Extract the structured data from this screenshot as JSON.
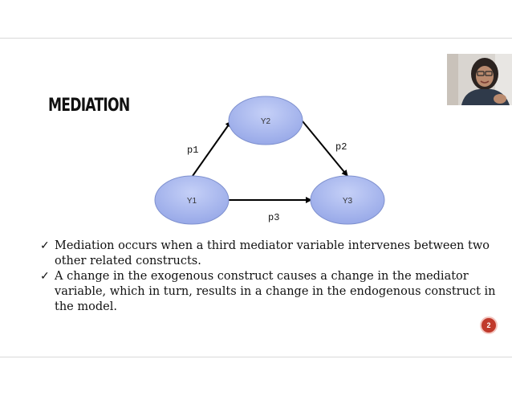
{
  "slide": {
    "title": "MEDIATION",
    "page_number": "2"
  },
  "diagram": {
    "nodes": {
      "y1": "Y1",
      "y2": "Y2",
      "y3": "Y3"
    },
    "paths": {
      "p1": "p1",
      "p2": "p2",
      "p3": "p3"
    }
  },
  "bullets": [
    {
      "icon": "checkmark-icon",
      "text": "Mediation occurs when a third mediator variable intervenes between two other related constructs."
    },
    {
      "icon": "checkmark-icon",
      "text": "A change in the exogenous construct causes a change in the mediator variable, which in turn, results in a change in the endogenous construct in the model."
    }
  ],
  "colors": {
    "node_fill": "#a9b8ee",
    "node_stroke": "#7f91cf",
    "badge": "#c0392b"
  }
}
